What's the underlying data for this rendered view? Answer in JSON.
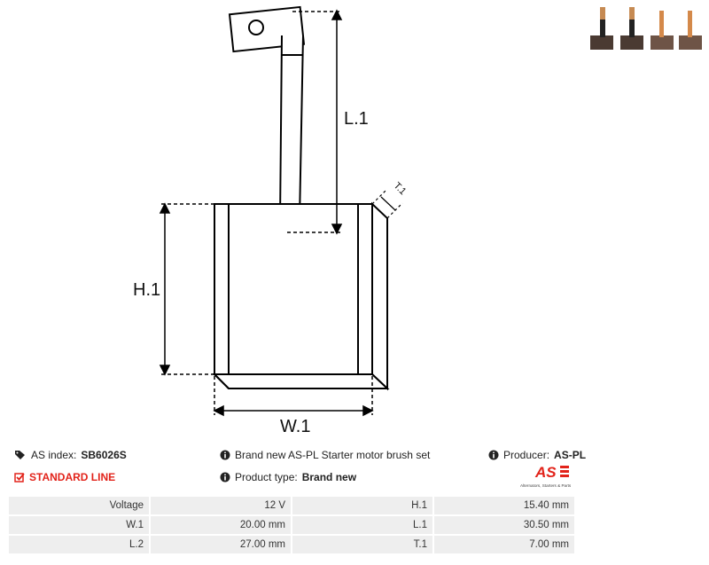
{
  "drawing": {
    "label_l1": "L.1",
    "label_h1": "H.1",
    "label_w1": "W.1",
    "label_t1": "T.1"
  },
  "info": {
    "as_index_label": "AS index:",
    "as_index_value": "SB6026S",
    "standard_line": "STANDARD LINE",
    "description": "Brand new AS-PL Starter motor brush set",
    "product_type_label": "Product type:",
    "product_type_value": "Brand new",
    "producer_label": "Producer:",
    "producer_value": "AS-PL"
  },
  "logo": {
    "mark": "AS",
    "tagline": "Alternators, Starters & Parts"
  },
  "specs": {
    "rows": [
      {
        "l1": "Voltage",
        "v1": "12 V",
        "l2": "H.1",
        "v2": "15.40 mm"
      },
      {
        "l1": "W.1",
        "v1": "20.00 mm",
        "l2": "L.1",
        "v2": "30.50 mm"
      },
      {
        "l1": "L.2",
        "v1": "27.00 mm",
        "l2": "T.1",
        "v2": "7.00  mm"
      }
    ]
  },
  "colors": {
    "accent": "#e2231a",
    "table_bg": "#eeeeee"
  }
}
